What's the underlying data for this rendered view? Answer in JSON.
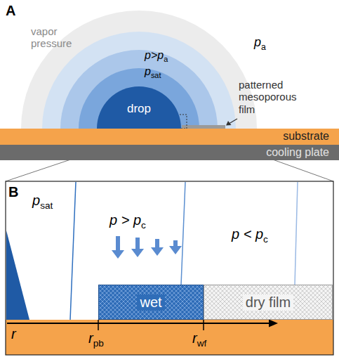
{
  "diagram": {
    "nodes": [
      {
        "text": [
          "drop"
        ]
      },
      {
        "text": [
          "substrate"
        ]
      },
      {
        "text": [
          "cooling plate"
        ]
      },
      {
        "text": [
          "wet"
        ]
      },
      {
        "text": [
          "dry film"
        ]
      }
    ],
    "labels": [
      "A",
      "vapor pressure",
      "pa",
      "p>pa",
      "psat",
      "patterned mesoporous film",
      "B",
      "psat",
      "p > pc",
      "p < pc",
      "r",
      "rpb",
      "rwf"
    ]
  }
}
